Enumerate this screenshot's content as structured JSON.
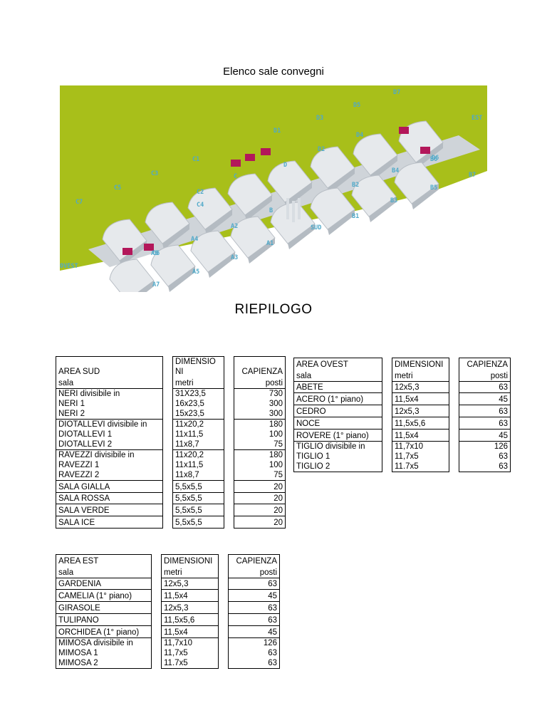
{
  "title": "Elenco sale convegni",
  "subtitle": "RIEPILOGO",
  "map": {
    "background_color": "#a8bf1a",
    "hall_color": "#e6e9ec",
    "label_color": "#4fa9c9",
    "accent_color": "#b3175a",
    "labels": [
      "D7",
      "D5",
      "EST",
      "D3",
      "D4",
      "D6",
      "D1",
      "D2",
      "B6",
      "B7",
      "C1",
      "D",
      "C3",
      "C",
      "B4",
      "B5",
      "C5",
      "C2",
      "B2",
      "B3",
      "C7",
      "C4",
      "B",
      "B1",
      "C6",
      "A2",
      "SUD",
      "OVEST",
      "A6",
      "A4",
      "A1",
      "A3",
      "A5",
      "A7"
    ]
  },
  "area_sud": {
    "header": "AREA SUD",
    "col_dim": "DIMENSIO\nNI",
    "col_cap": "CAPIENZA",
    "sub_sala": "sala",
    "sub_dim": "metri",
    "sub_cap": "posti",
    "groups": [
      {
        "names": "NERI divisibile in\nNERI 1\nNERI 2",
        "dims": "31X23,5\n16x23,5\n15x23,5",
        "caps": "730\n300\n300"
      },
      {
        "names": "DIOTALLEVI divisibile in\nDIOTALLEVI 1\nDIOTALLEVI 2",
        "dims": "11x20,2\n11x11,5\n11x8,7",
        "caps": "180\n100\n75"
      },
      {
        "names": "RAVEZZI divisibile in\nRAVEZZI 1\nRAVEZZI 2",
        "dims": "11x20,2\n11x11,5\n11x8,7",
        "caps": "180\n100\n75"
      },
      {
        "names": "SALA GIALLA",
        "dims": "5,5x5,5",
        "caps": "20"
      },
      {
        "names": "SALA ROSSA",
        "dims": "5,5x5,5",
        "caps": "20"
      },
      {
        "names": "SALA VERDE",
        "dims": "5,5x5,5",
        "caps": "20"
      },
      {
        "names": "SALA ICE",
        "dims": "5,5x5,5",
        "caps": "20"
      }
    ]
  },
  "area_ovest": {
    "header": "AREA OVEST",
    "col_dim": "DIMENSIONI",
    "col_cap": "CAPIENZA",
    "sub_sala": "sala",
    "sub_dim": "metri",
    "sub_cap": "posti",
    "groups": [
      {
        "names": "ABETE",
        "dims": "12x5,3",
        "caps": "63"
      },
      {
        "names": "ACERO (1° piano)",
        "dims": "11,5x4",
        "caps": "45"
      },
      {
        "names": "CEDRO",
        "dims": "12x5,3",
        "caps": "63"
      },
      {
        "names": "NOCE",
        "dims": "11,5x5,6",
        "caps": "63"
      },
      {
        "names": "ROVERE (1° piano)",
        "dims": "11,5x4",
        "caps": "45"
      },
      {
        "names": "TIGLIO divisibile in\nTIGLIO 1\nTIGLIO 2",
        "dims": "11,7x10\n11,7x5\n11.7x5",
        "caps": "126\n63\n63"
      }
    ]
  },
  "area_est": {
    "header": "AREA EST",
    "col_dim": "DIMENSIONI",
    "col_cap": "CAPIENZA",
    "sub_sala": "sala",
    "sub_dim": "metri",
    "sub_cap": "posti",
    "groups": [
      {
        "names": "GARDENIA",
        "dims": "12x5,3",
        "caps": "63"
      },
      {
        "names": "CAMELIA (1° piano)",
        "dims": "11,5x4",
        "caps": "45"
      },
      {
        "names": "GIRASOLE",
        "dims": "12x5,3",
        "caps": "63"
      },
      {
        "names": "TULIPANO",
        "dims": "11,5x5,6",
        "caps": "63"
      },
      {
        "names": "ORCHIDEA (1° piano)",
        "dims": "11,5x4",
        "caps": "45"
      },
      {
        "names": "MIMOSA divisibile in\nMIMOSA 1\nMIMOSA 2",
        "dims": "11,7x10\n11,7x5\n11.7x5",
        "caps": "126\n63\n63"
      }
    ]
  }
}
